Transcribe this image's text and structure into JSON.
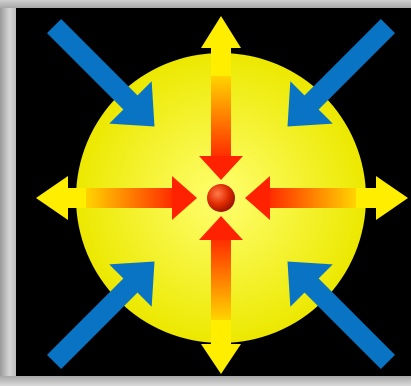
{
  "colors": {
    "background": "#000000",
    "frame": "#c8c8c8",
    "sphere_center": "#ffff66",
    "sphere_edge": "#e6e600",
    "core_light": "#ff6a3a",
    "core_dark": "#b01800",
    "inward_arrow_outer": "#ffd400",
    "inward_arrow_inner": "#ff2a00",
    "outward_arrow": "#ffee00",
    "corner_arrow": "#0a74c4"
  },
  "diagram": {
    "sphere": "yellow-sphere",
    "core": "red-core",
    "inward_arrows": [
      "up",
      "down",
      "left",
      "right"
    ],
    "outward_arrows": [
      "up",
      "down",
      "left",
      "right"
    ],
    "corner_arrows": [
      "top-left",
      "top-right",
      "bottom-left",
      "bottom-right"
    ]
  }
}
